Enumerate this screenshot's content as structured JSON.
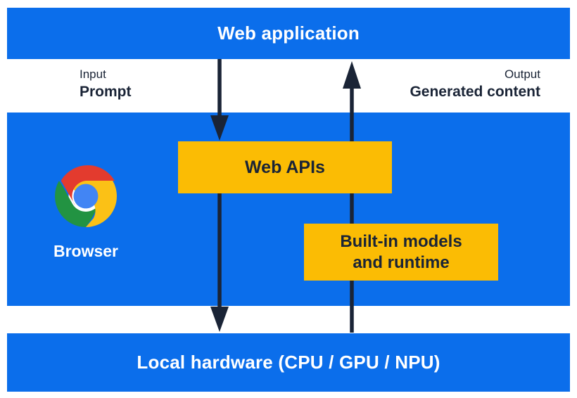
{
  "colors": {
    "blue": "#0b6eeb",
    "yellow": "#fbbc04",
    "navy": "#1a2436",
    "white": "#ffffff",
    "chrome-red": "#e33b2e",
    "chrome-green": "#229342",
    "chrome-yellow": "#fbc116",
    "chrome-blue": "#4285f4"
  },
  "bars": {
    "top": {
      "label": "Web application"
    },
    "bottom": {
      "label": "Local hardware (CPU / GPU / NPU)"
    }
  },
  "labels": {
    "input_title": "Input",
    "input_value": "Prompt",
    "output_title": "Output",
    "output_value": "Generated content"
  },
  "browser": {
    "label": "Browser",
    "icon": "chrome-icon"
  },
  "boxes": {
    "web_apis": {
      "label": "Web APIs"
    },
    "builtin": {
      "line1": "Built-in models",
      "line2": "and runtime"
    }
  },
  "arrows": [
    {
      "name": "prompt-down-arrow",
      "direction": "down",
      "from": "Web application",
      "to": "Local hardware via Web APIs"
    },
    {
      "name": "generated-up-arrow",
      "direction": "up",
      "from": "Local hardware via Built-in models and runtime",
      "to": "Web application"
    }
  ]
}
